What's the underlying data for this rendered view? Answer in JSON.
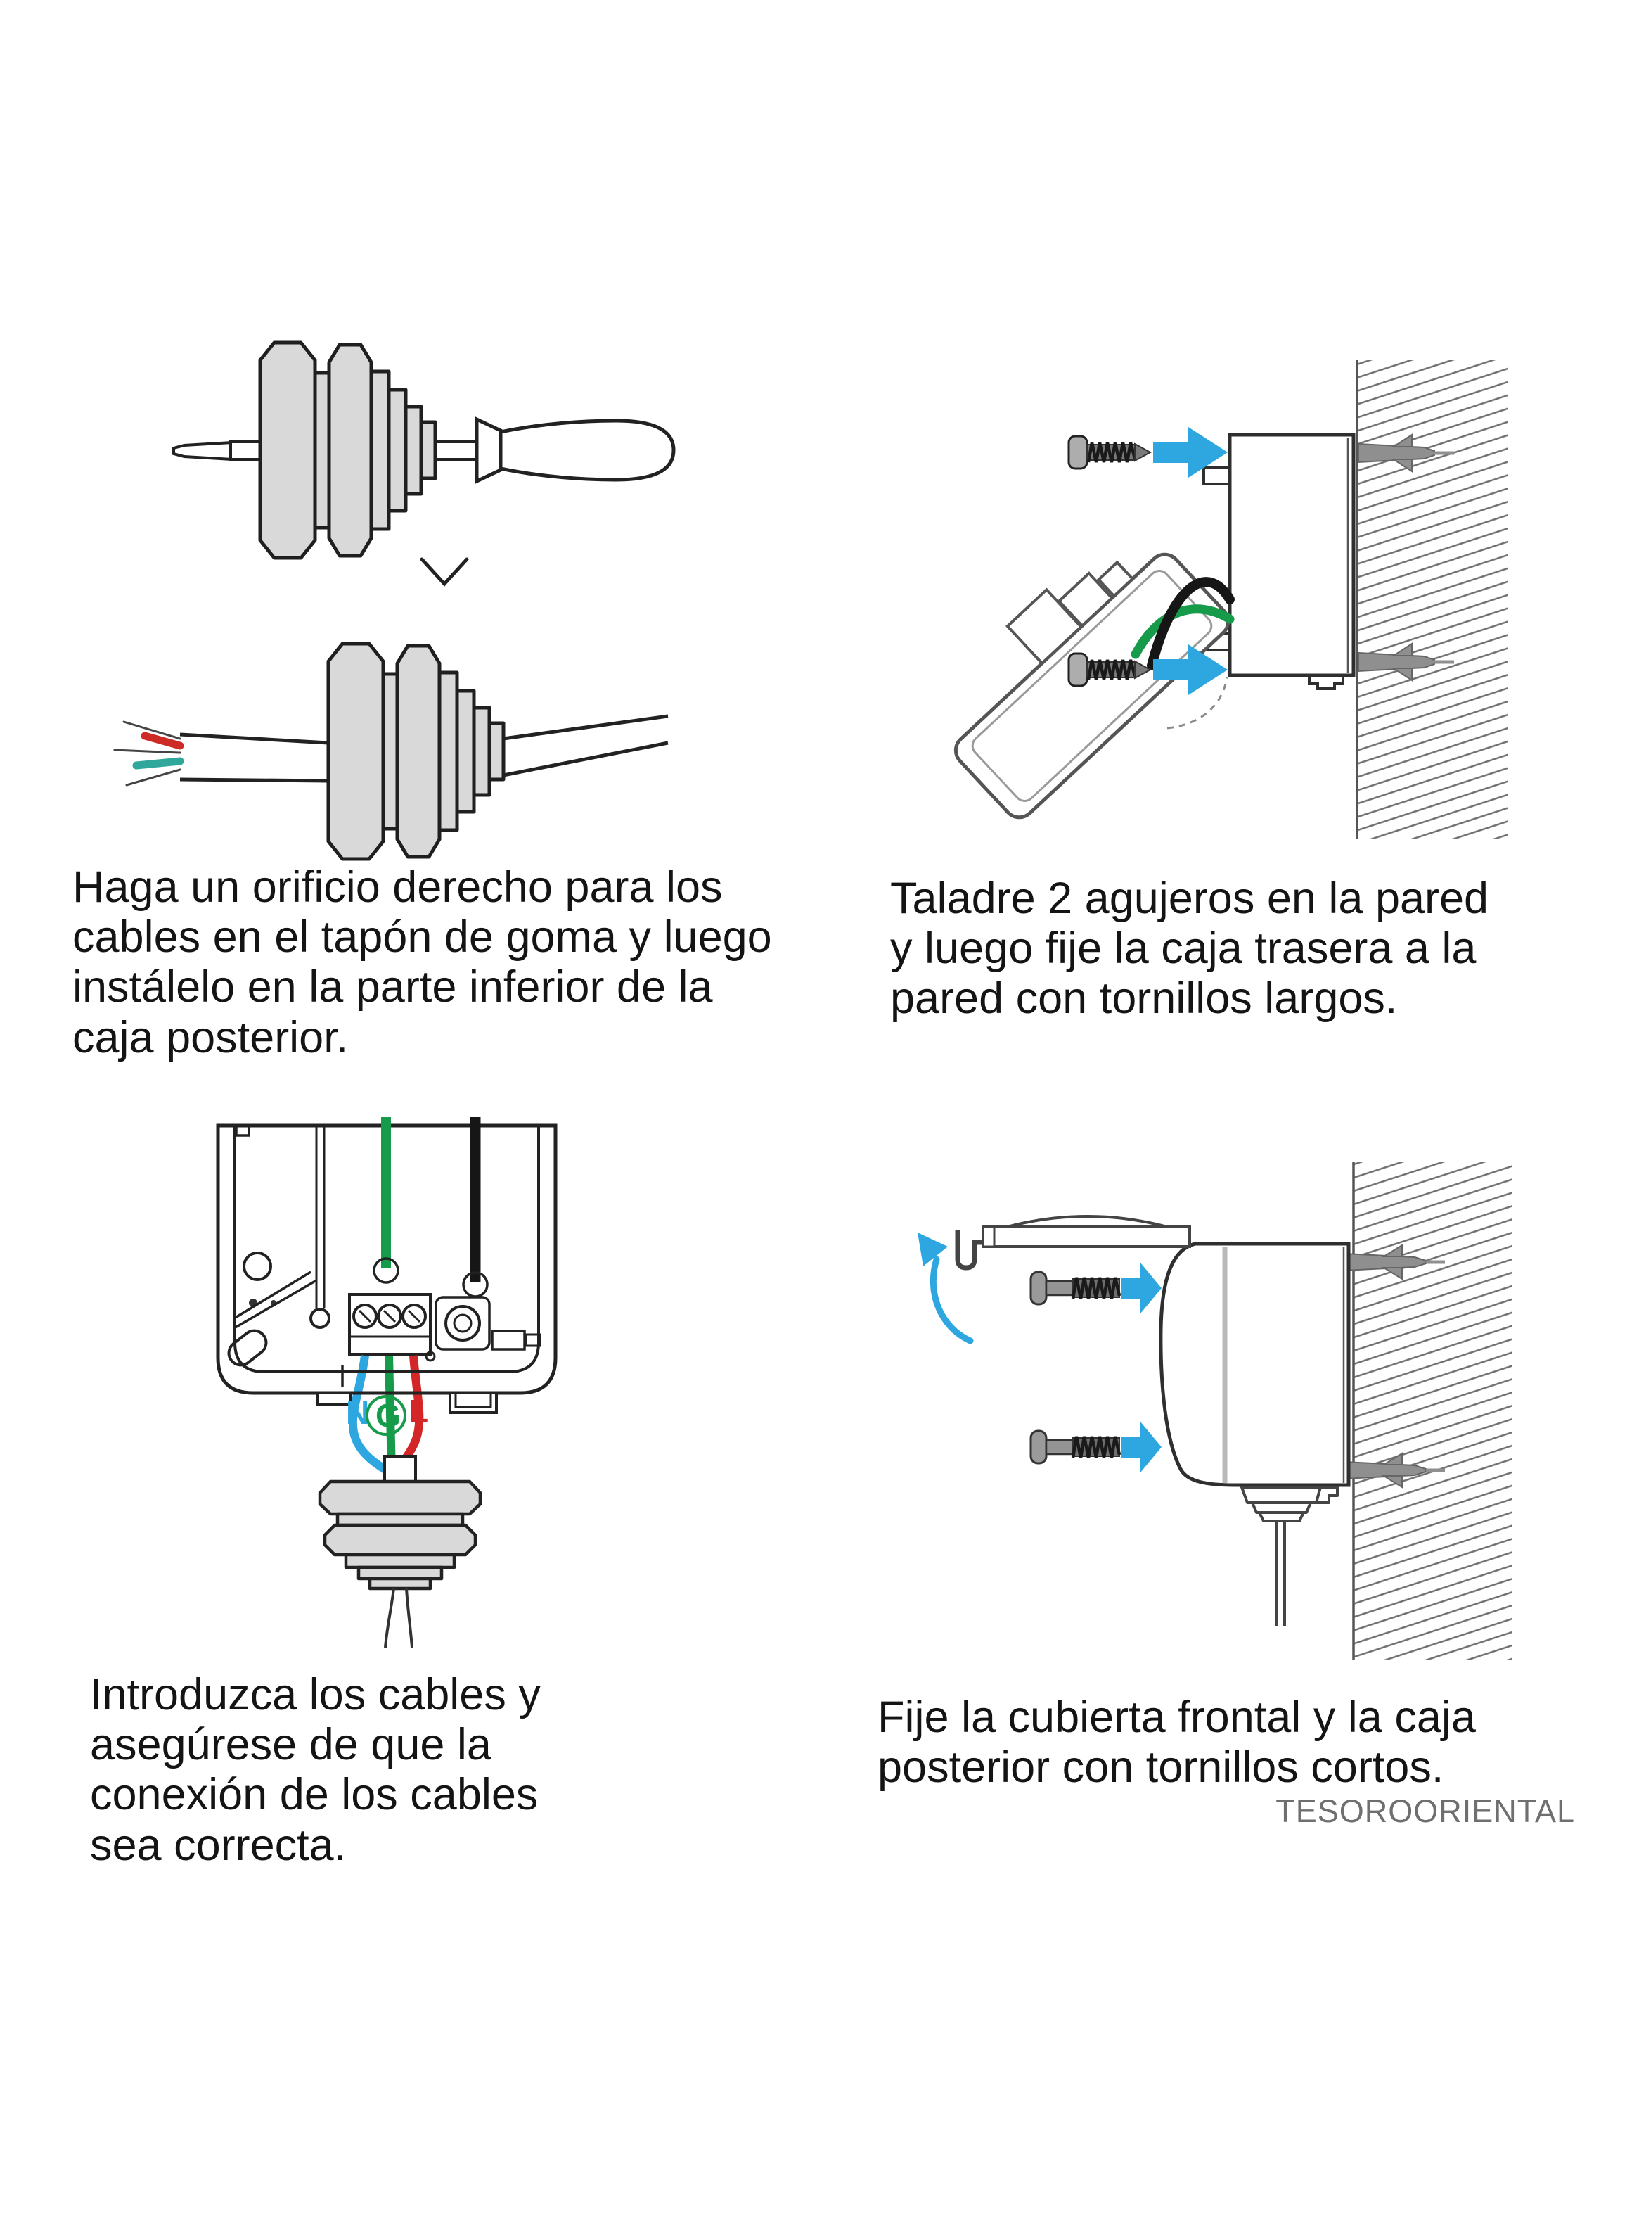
{
  "watermark": "TESOROORIENTAL",
  "colors": {
    "arrow_blue": "#2EA7E0",
    "wire_blue": "#2EA7E0",
    "wire_green": "#169B4A",
    "wire_red": "#D42627",
    "wire_black": "#161616",
    "grommet_gray": "#D9D9D9",
    "anchor_gray": "#8F8F8F",
    "caption_text": "#141414",
    "watermark_gray": "#6F6F6F"
  },
  "steps": [
    {
      "caption": "Haga un orificio derecho para los\ncables en el tapón de goma y luego\ninstálelo en la parte inferior de la\ncaja posterior."
    },
    {
      "caption": "Taladre 2 agujeros en la pared\ny luego fije la caja trasera a la\npared con tornillos largos."
    },
    {
      "caption": "Introduzca los cables y\nasegúrese de que la\nconexión de los cables\nsea correcta.",
      "wire_labels": {
        "neutral": "N",
        "ground": "G",
        "line": "L"
      }
    },
    {
      "caption": "Fije la cubierta frontal y la caja\nposterior con tornillos cortos."
    }
  ]
}
